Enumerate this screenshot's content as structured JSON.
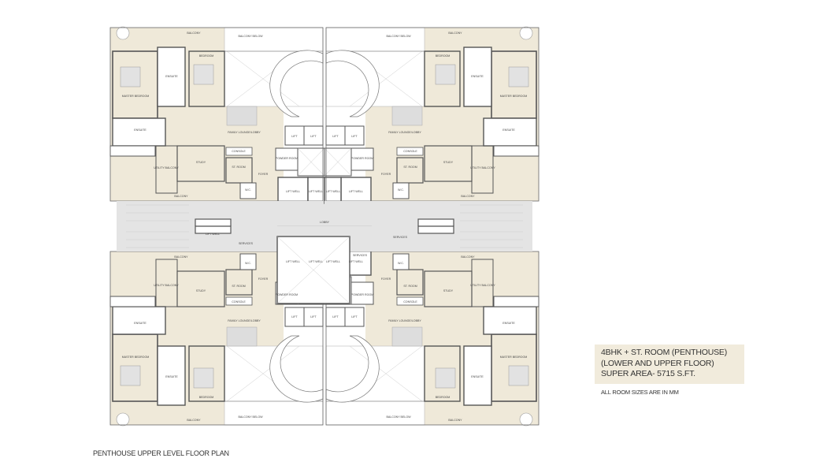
{
  "legend": {
    "line1": "4BHK + ST. ROOM (PENTHOUSE)",
    "line2": "(LOWER AND UPPER FLOOR)",
    "line3": "SUPER AREA- 5715 S.FT."
  },
  "note": "ALL ROOM SIZES ARE IN MM",
  "caption": "PENTHOUSE UPPER LEVEL FLOOR PLAN",
  "colors": {
    "floor": "#efe9d9",
    "wall": "#555555",
    "lobby": "#e4e4e4",
    "void": "#ffffff",
    "legend_bg": "#f1ebdc"
  },
  "rooms": {
    "balcony": "BALCONY",
    "balcony_below": "BALCONY BELOW",
    "bedroom": "BEDROOM",
    "ensuite": "ENSUITE",
    "master_bedroom": "MASTER BEDROOM",
    "family_lounge": "FAMILY LOUNGE/LOBBY",
    "study": "STUDY",
    "utility_balcony": "UTILITY BALCONY",
    "console": "CONSOLE",
    "st_room": "ST. ROOM",
    "wc": "W.C.",
    "foyer": "FOYER",
    "powder_room": "POWDER ROOM",
    "lift": "LIFT",
    "lift_well": "LIFT WELL",
    "lobby": "LOBBY",
    "services": "SERVICES"
  }
}
